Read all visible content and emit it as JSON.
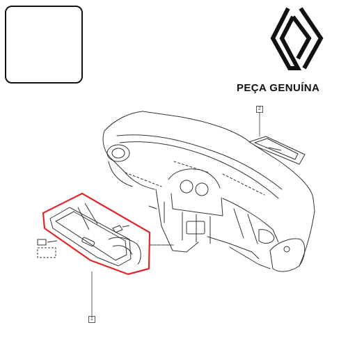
{
  "brand": {
    "logo_icon": "renault-diamond-icon",
    "label": "PEÇA GENUÍNA"
  },
  "qr_code": {
    "center_icon": "whatsapp-icon"
  },
  "diagram": {
    "callouts": [
      "1",
      "2"
    ],
    "highlight_color": "#e0272b",
    "line_color": "#333333"
  }
}
